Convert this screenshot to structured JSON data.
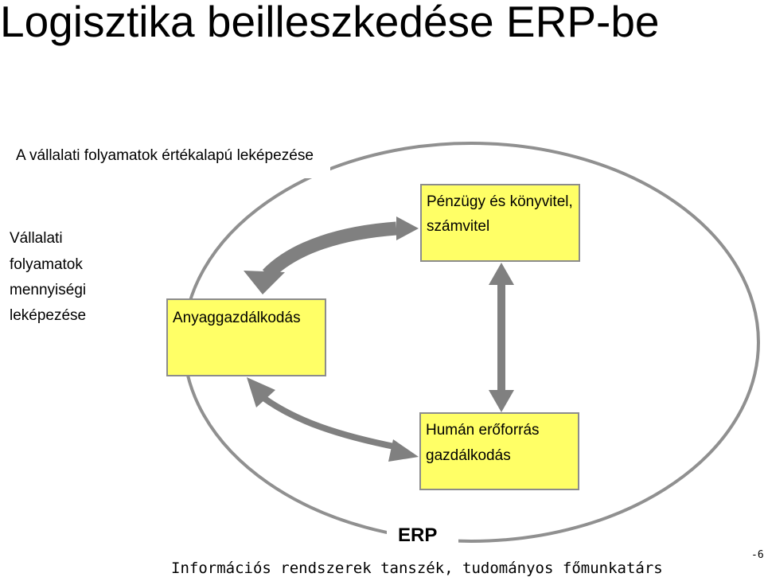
{
  "slide": {
    "title": "Logisztika beilleszkedése ERP-be",
    "footer": "Információs rendszerek tanszék, tudományos főmunkatárs",
    "page_number": "-6"
  },
  "diagram": {
    "value_label": "A vállalati folyamatok értékalapú leképezése",
    "quantity_label": [
      "Vállalati",
      "folyamatok",
      "mennyiségi",
      "leképezése"
    ],
    "boxes": {
      "finance": [
        "Pénzügy és könyvitel,",
        "számvitel"
      ],
      "materials": [
        "Anyaggazdálkodás"
      ],
      "hr": [
        "Humán erőforrás",
        "gazdálkodás"
      ]
    },
    "system_label": "ERP"
  },
  "colors": {
    "box_fill": "#ffff66",
    "box_border": "#8c8c8c",
    "ellipse_stroke": "#909090",
    "arrow_fill": "#808080"
  }
}
